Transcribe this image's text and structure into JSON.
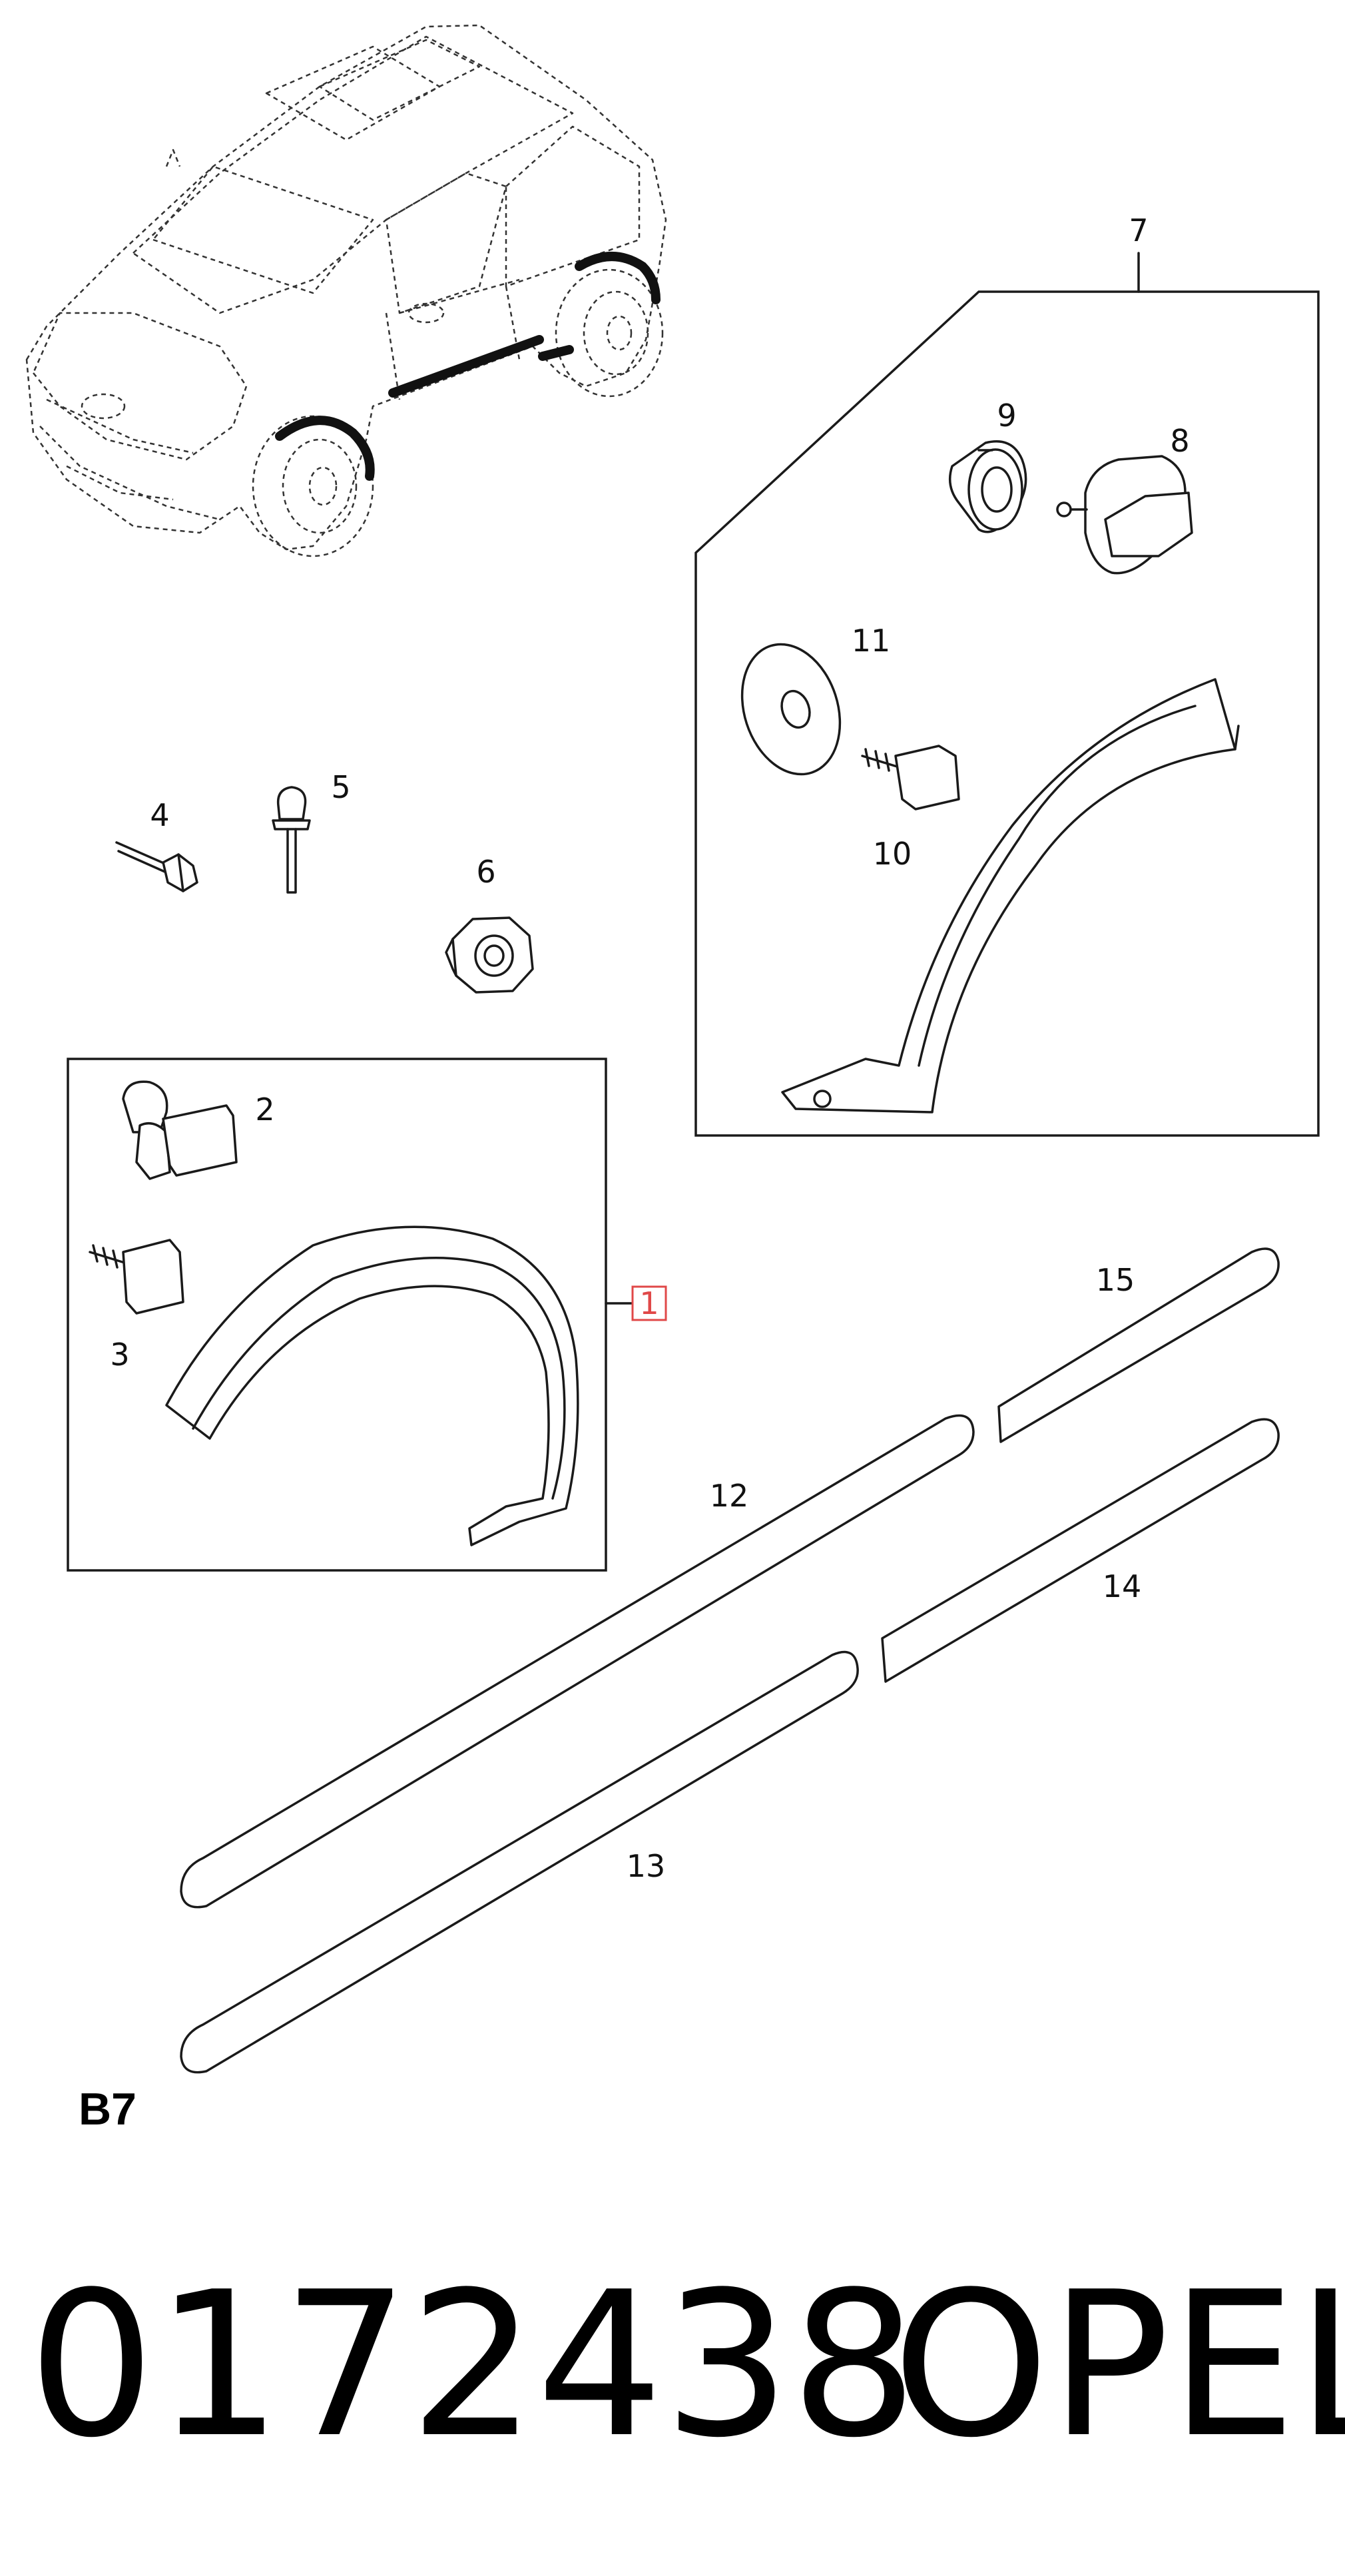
{
  "callouts": {
    "c1": "1",
    "c2": "2",
    "c3": "3",
    "c4": "4",
    "c5": "5",
    "c6": "6",
    "c7": "7",
    "c8": "8",
    "c9": "9",
    "c10": "10",
    "c11": "11",
    "c12": "12",
    "c13": "13",
    "c14": "14",
    "c15": "15"
  },
  "section_code": "B7",
  "footer": {
    "part_number": "0172438",
    "brand": "OPEL"
  },
  "colors": {
    "line": "#1a1a1a",
    "highlight": "#e04848",
    "background": "#ffffff"
  }
}
